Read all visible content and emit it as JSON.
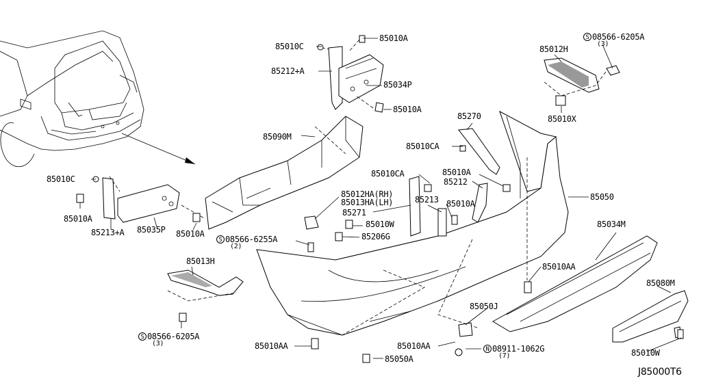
{
  "labels": {
    "p85010A_top": "85010A",
    "p85010C_top": "85010C",
    "p85212A_top": "85212+A",
    "p85034P": "85034P",
    "p85010A_mid": "85010A",
    "p85012H": "85012H",
    "s08566_6205A_top": "08566-6205A",
    "qty3_top": "(3)",
    "p85010X": "85010X",
    "p85090M": "85090M",
    "p85270": "85270",
    "p85010CA_1": "85010CA",
    "p85010CA_2": "85010CA",
    "p85010A_r": "85010A",
    "p85212": "85212",
    "p85010C_left": "85010C",
    "p85010A_left": "85010A",
    "p85213A": "85213+A",
    "p85035P": "85035P",
    "p85010A_left2": "85010A",
    "p85012HA": "85012HA(RH)",
    "p85013HA": "85013HA(LH)",
    "p85271": "85271",
    "p85213": "85213",
    "p85010A_c": "85010A",
    "p85010W_c": "85010W",
    "p85206G": "85206G",
    "s08566_6255A": "08566-6255A",
    "qty2": "(2)",
    "p85050": "85050",
    "p85034M": "85034M",
    "p85010AA_r": "85010AA",
    "p85013H": "85013H",
    "s08566_6205A_bot": "08566-6205A",
    "qty3_bot": "(3)",
    "p85050J": "85050J",
    "p85080M": "85080M",
    "p85010AA_bl": "85010AA",
    "p85010AA_bc": "85010AA",
    "p85050A": "85050A",
    "n08911_1062G": "08911-1062G",
    "qty7": "(7)",
    "p85010W_br": "85010W",
    "ref": "J85000T6"
  },
  "symbols": {
    "S": "S",
    "N": "N"
  }
}
